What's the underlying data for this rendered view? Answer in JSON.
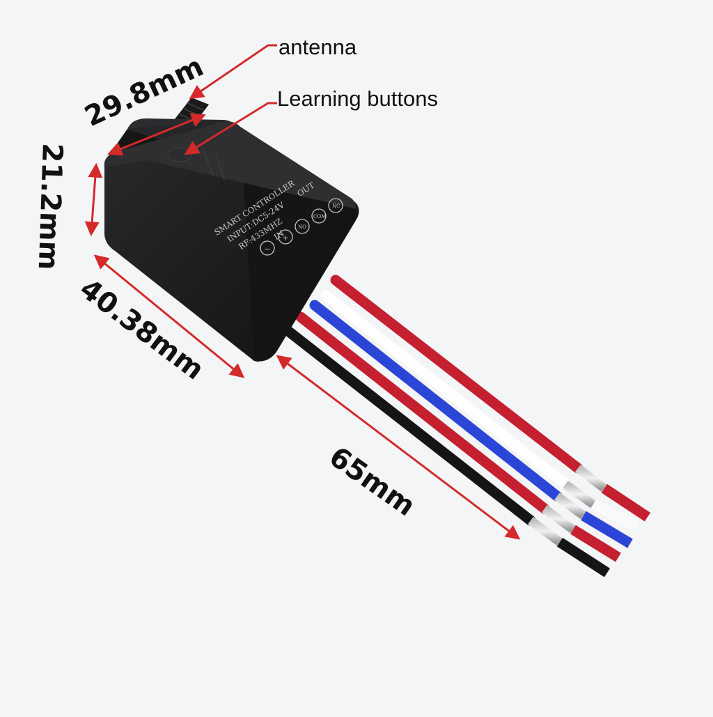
{
  "callouts": {
    "antenna": "antenna",
    "learning_buttons": "Learning buttons"
  },
  "dimensions": {
    "width": "29.8mm",
    "height": "21.2mm",
    "length": "40.38mm",
    "wire_length": "65mm"
  },
  "device_label": {
    "line1": "SMART CONTROLLER",
    "line2": "INPUT:DC5-24V",
    "line3": "RF:433MHZ",
    "in_label": "IN",
    "out_label": "OUT",
    "terminals": [
      "−",
      "+",
      "NO",
      "COM",
      "NC"
    ]
  },
  "wires": [
    {
      "color": "#c4202f"
    },
    {
      "color": "#ffffff"
    },
    {
      "color": "#2b46d6"
    },
    {
      "color": "#c4202f"
    },
    {
      "color": "#151515"
    }
  ],
  "colors": {
    "arrow": "#d42a2a",
    "background": "#f4f5f7",
    "device": "#1c1c1e"
  }
}
